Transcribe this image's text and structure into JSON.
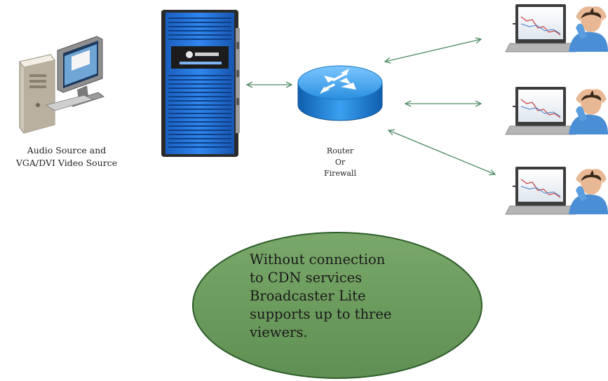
{
  "source": {
    "label_line1": "Audio Source and",
    "label_line2": "VGA/DVI Video Source",
    "icon": "desktop-computer-icon"
  },
  "encoder": {
    "icon": "broadcaster-device-icon"
  },
  "router": {
    "label_line1": "Router",
    "label_line2": "Or",
    "label_line3": "Firewall",
    "icon": "router-icon"
  },
  "viewers": [
    {
      "icon": "viewer-laptop-icon"
    },
    {
      "icon": "viewer-laptop-icon"
    },
    {
      "icon": "viewer-laptop-icon"
    }
  ],
  "note": {
    "lines": [
      "Without connection",
      "to CDN services",
      "Broadcaster Lite",
      "supports up to three",
      "viewers."
    ],
    "fill_color": "#6e9d60",
    "border_color": "#2f5d2a"
  },
  "colors": {
    "arrow": "#4e8a64",
    "device_blue": "#1f6fd6",
    "router_blue": "#2a8fe0"
  }
}
